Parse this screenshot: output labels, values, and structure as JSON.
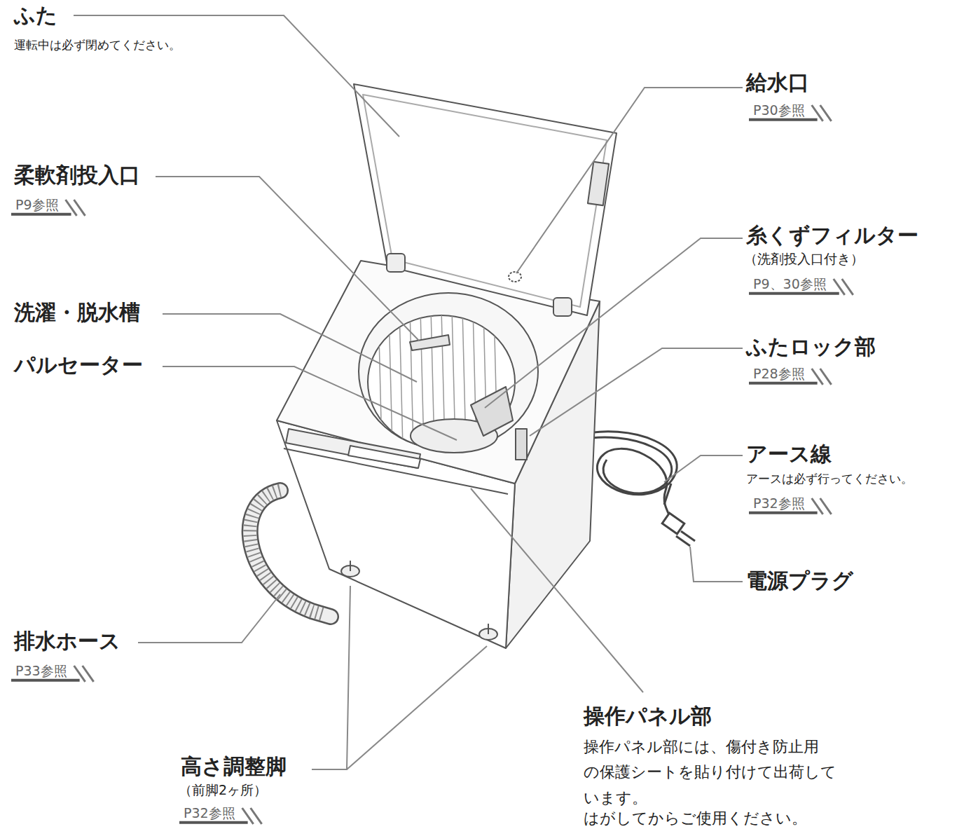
{
  "diagram": {
    "labels": [
      "ふた",
      "運転中は必ず閉めてください。",
      "給水口",
      "P30参照",
      "柔軟剤投入口",
      "P9参照",
      "糸くずフィルター",
      "（洗剤投入口付き）",
      "P9、30参照",
      "洗濯・脱水槽",
      "パルセーター",
      "ふたロック部",
      "P28参照",
      "アース線",
      "アースは必ず行ってください。",
      "P32参照",
      "電源プラグ",
      "排水ホース",
      "P33参照",
      "操作パネル部",
      "操作パネル部には、傷付き防止用 の保護シートを貼り付けて出荷して います。",
      "はがしてからご使用ください。",
      "高さ調整脚",
      "（前脚2ヶ所）",
      "P32参照"
    ]
  }
}
